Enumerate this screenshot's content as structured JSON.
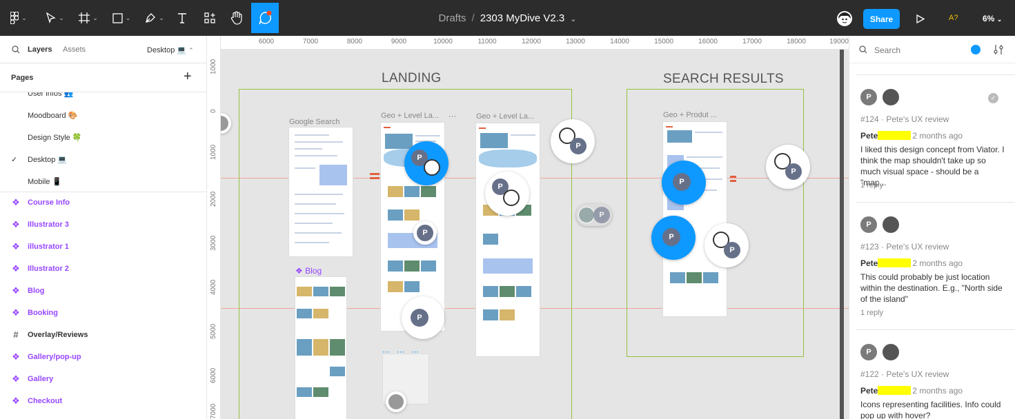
{
  "toolbar": {
    "project": "Drafts",
    "separator": "/",
    "file_name": "2303 MyDive V2.3",
    "share_label": "Share",
    "a11y_label": "A?",
    "zoom": "6%",
    "icons": [
      "figma-menu-icon",
      "move-tool-icon",
      "frame-tool-icon",
      "shape-tool-icon",
      "pen-tool-icon",
      "text-tool-icon",
      "resources-icon",
      "hand-tool-icon",
      "comment-tool-icon",
      "user-avatar-icon",
      "present-play-icon"
    ]
  },
  "left_panel": {
    "tab_layers": "Layers",
    "tab_assets": "Assets",
    "current_page": "Desktop 💻",
    "pages_title": "Pages",
    "pages": [
      {
        "label": "User infos 👥",
        "selected": false
      },
      {
        "label": "Moodboard 🎨",
        "selected": false
      },
      {
        "label": "Design Style 🍀",
        "selected": false
      },
      {
        "label": "Desktop 💻",
        "selected": true
      },
      {
        "label": "Mobile 📱",
        "selected": false
      }
    ],
    "layers": [
      {
        "label": "Course Info",
        "type": "component"
      },
      {
        "label": "Illustrator 3",
        "type": "component"
      },
      {
        "label": "illustrator 1",
        "type": "component"
      },
      {
        "label": "Illustrator 2",
        "type": "component"
      },
      {
        "label": "Blog",
        "type": "component"
      },
      {
        "label": "Booking",
        "type": "component"
      },
      {
        "label": "Overlay/Reviews",
        "type": "frame"
      },
      {
        "label": "Gallery/pop-up",
        "type": "component"
      },
      {
        "label": "Gallery",
        "type": "component"
      },
      {
        "label": "Checkout",
        "type": "component"
      }
    ]
  },
  "canvas": {
    "ruler_top": [
      "6000",
      "7000",
      "8000",
      "9000",
      "10000",
      "11000",
      "12000",
      "13000",
      "14000",
      "15000",
      "16000",
      "17000",
      "18000",
      "19000"
    ],
    "ruler_left": [
      "1000",
      "0",
      "1000",
      "2000",
      "3000",
      "4000",
      "5000",
      "6000",
      "7000"
    ],
    "sections": [
      {
        "title": "LANDING"
      },
      {
        "title": "SEARCH RESULTS"
      }
    ],
    "frames": [
      {
        "label": "Google Search"
      },
      {
        "label": "Geo + Level La..."
      },
      {
        "label": "Geo + Level La..."
      },
      {
        "label": "Geo + Produt ..."
      },
      {
        "label": "Blog"
      }
    ],
    "pin_letter": "P"
  },
  "right_panel": {
    "search_placeholder": "Search",
    "threads": [
      {
        "meta": "#124 · Pete's UX review",
        "author": "Pete",
        "time": "2 months ago",
        "body": "I liked this design concept from Viator. I think the map shouldn't take up so much visual space - should be a \"map...",
        "replies": "1 reply",
        "resolved": true
      },
      {
        "meta": "#123 · Pete's UX review",
        "author": "Pete",
        "time": "2 months ago",
        "body": "This could probably be just location within the destination. E.g., \"North side of the island\"",
        "replies": "1 reply",
        "resolved": false
      },
      {
        "meta": "#122 · Pete's UX review",
        "author": "Pete",
        "time": "2 months ago",
        "body": "Icons representing facilities. Info could pop up with hover?",
        "replies": "",
        "resolved": false
      }
    ]
  },
  "colors": {
    "accent": "#0d99ff",
    "component": "#9747ff",
    "section_border": "#94c13d",
    "toolbar": "#2c2c2c"
  }
}
